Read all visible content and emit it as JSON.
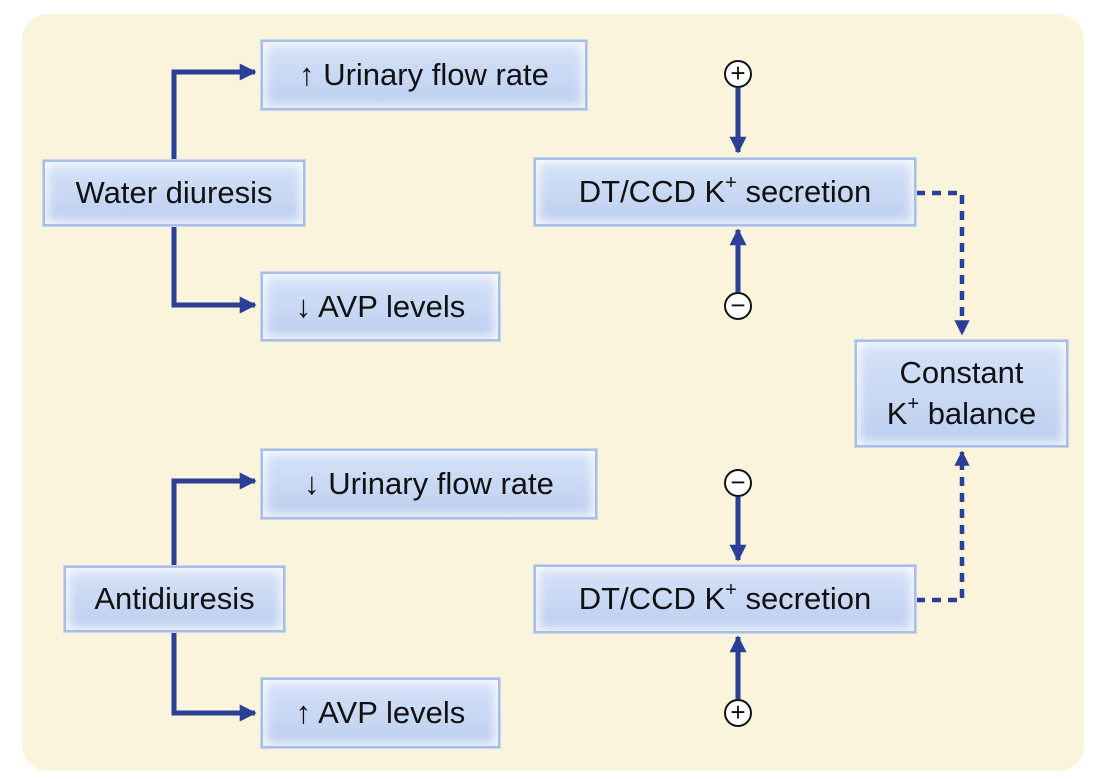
{
  "boxes": {
    "water_diuresis": "Water diuresis",
    "up_urinary_flow": "↑ Urinary flow rate",
    "down_avp": "↓ AVP levels",
    "k_secretion_top_main": "DT/CCD K",
    "k_secretion_top_sup": "+",
    "k_secretion_top_tail": " secretion",
    "constant_line1": "Constant",
    "constant_line2_main": "K",
    "constant_line2_sup": "+",
    "constant_line2_tail": " balance",
    "antidiuresis": "Antidiuresis",
    "down_urinary_flow": "↓ Urinary flow rate",
    "up_avp": "↑ AVP levels",
    "k_secretion_bottom_main": "DT/CCD K",
    "k_secretion_bottom_sup": "+",
    "k_secretion_bottom_tail": " secretion"
  },
  "signs": {
    "top_flow": "+",
    "top_avp": "−",
    "bottom_flow": "−",
    "bottom_avp": "+"
  },
  "colors": {
    "arrow": "#2b3f96",
    "panel": "#fbf4dc",
    "box_fill": "#c8d8f4"
  }
}
